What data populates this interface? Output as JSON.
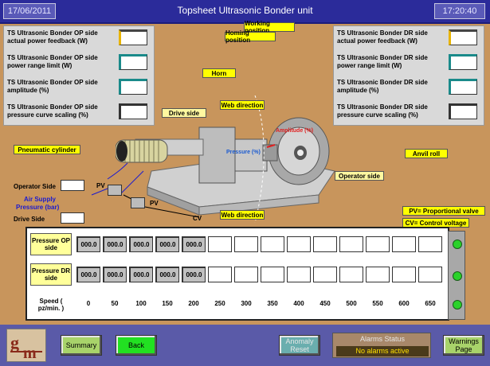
{
  "header": {
    "date": "17/06/2011",
    "title": "Topsheet Ultrasonic Bonder unit",
    "time": "17:20:40"
  },
  "left_panel": {
    "rows": [
      {
        "label": "TS Ultrasonic Bonder OP side actual power feedback (W)",
        "value": ""
      },
      {
        "label": "TS Ultrasonic Bonder OP side power range limit (W)",
        "value": ""
      },
      {
        "label": "TS Ultrasonic Bonder OP side amplitude (%)",
        "value": ""
      },
      {
        "label": "TS Ultrasonic Bonder OP side pressure curve scaling (%)",
        "value": ""
      }
    ]
  },
  "right_panel": {
    "rows": [
      {
        "label": "TS Ultrasonic Bonder DR side actual power feedback (W)",
        "value": ""
      },
      {
        "label": "TS Ultrasonic Bonder DR side power range limit (W)",
        "value": ""
      },
      {
        "label": "TS Ultrasonic Bonder DR side amplitude (%)",
        "value": ""
      },
      {
        "label": "TS Ultrasonic Bonder DR side pressure curve scaling (%)",
        "value": ""
      }
    ]
  },
  "diagram_labels": {
    "working_position": "Working position",
    "homing_position": "Homing position",
    "horn": "Horn",
    "web_direction_top": "Web direction",
    "drive_side": "Drive side",
    "pneumatic_cylinder": "Pneumatic cylinder",
    "amplitude": "Amplitude (%)",
    "pressure": "Pressure (%)",
    "anvil_roll": "Anvil roll",
    "operator_side": "Operator side",
    "web_direction_bottom": "Web direction",
    "pv_legend": "PV= Proportional valve",
    "cv_legend": "CV= Control voltage",
    "operator_side_field": "Operator Side",
    "air_supply": "Air Supply",
    "pressure_bar": "Pressure (bar)",
    "drive_side_field": "Drive Side",
    "pv1": "PV",
    "pv2": "PV",
    "cv": "CV"
  },
  "table": {
    "op_label": "Pressure OP side",
    "dr_label": "Pressure DR side",
    "speed_label": "Speed ( pz/min. )",
    "op_values": [
      "000.0",
      "000.0",
      "000.0",
      "000.0",
      "000.0",
      "",
      "",
      "",
      "",
      "",
      "",
      "",
      "",
      ""
    ],
    "dr_values": [
      "000.0",
      "000.0",
      "000.0",
      "000.0",
      "000.0",
      "",
      "",
      "",
      "",
      "",
      "",
      "",
      "",
      ""
    ],
    "speeds": [
      "0",
      "50",
      "100",
      "150",
      "200",
      "250",
      "300",
      "350",
      "400",
      "450",
      "500",
      "550",
      "600",
      "650"
    ]
  },
  "footer": {
    "summary": "Summary",
    "back": "Back",
    "anomaly_reset": "Anomaly Reset",
    "alarms_status": "Alarms Status",
    "alarms_value": "No alarms active",
    "warnings_page": "Warnings Page"
  },
  "colors": {
    "accent_yellow": "#ffff00",
    "panel_bg": "#c8955c",
    "led_green": "#2ad22a",
    "header_blue": "#2b2b9a"
  }
}
